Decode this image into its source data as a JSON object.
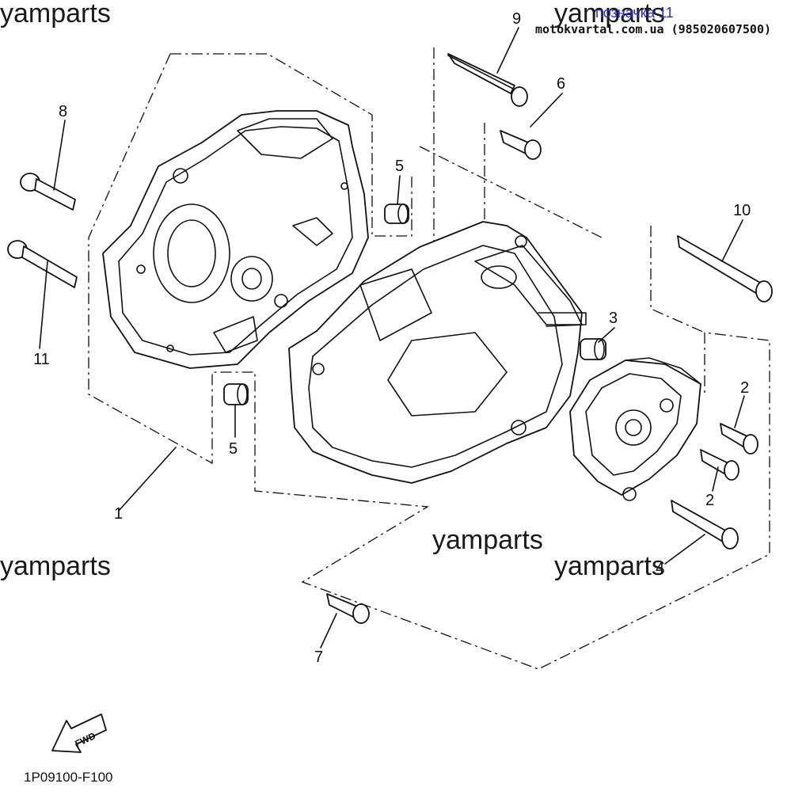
{
  "header": {
    "label_blue": "позначка 11",
    "site": "motokvartal.com.ua (985020607500)"
  },
  "watermarks": [
    "yamparts",
    "yamparts",
    "yamparts",
    "yamparts",
    "yamparts"
  ],
  "callouts": {
    "c1": "1",
    "c2a": "2",
    "c2b": "2",
    "c3": "3",
    "c4": "4",
    "c5a": "5",
    "c5b": "5",
    "c6": "6",
    "c7": "7",
    "c8": "8",
    "c9": "9",
    "c10": "10",
    "c11": "11"
  },
  "fwd_label": "FWD",
  "diagram_code": "1P09100-F100",
  "colors": {
    "ink": "#111111",
    "header_blue": "#2a2ad8",
    "background": "#ffffff"
  }
}
